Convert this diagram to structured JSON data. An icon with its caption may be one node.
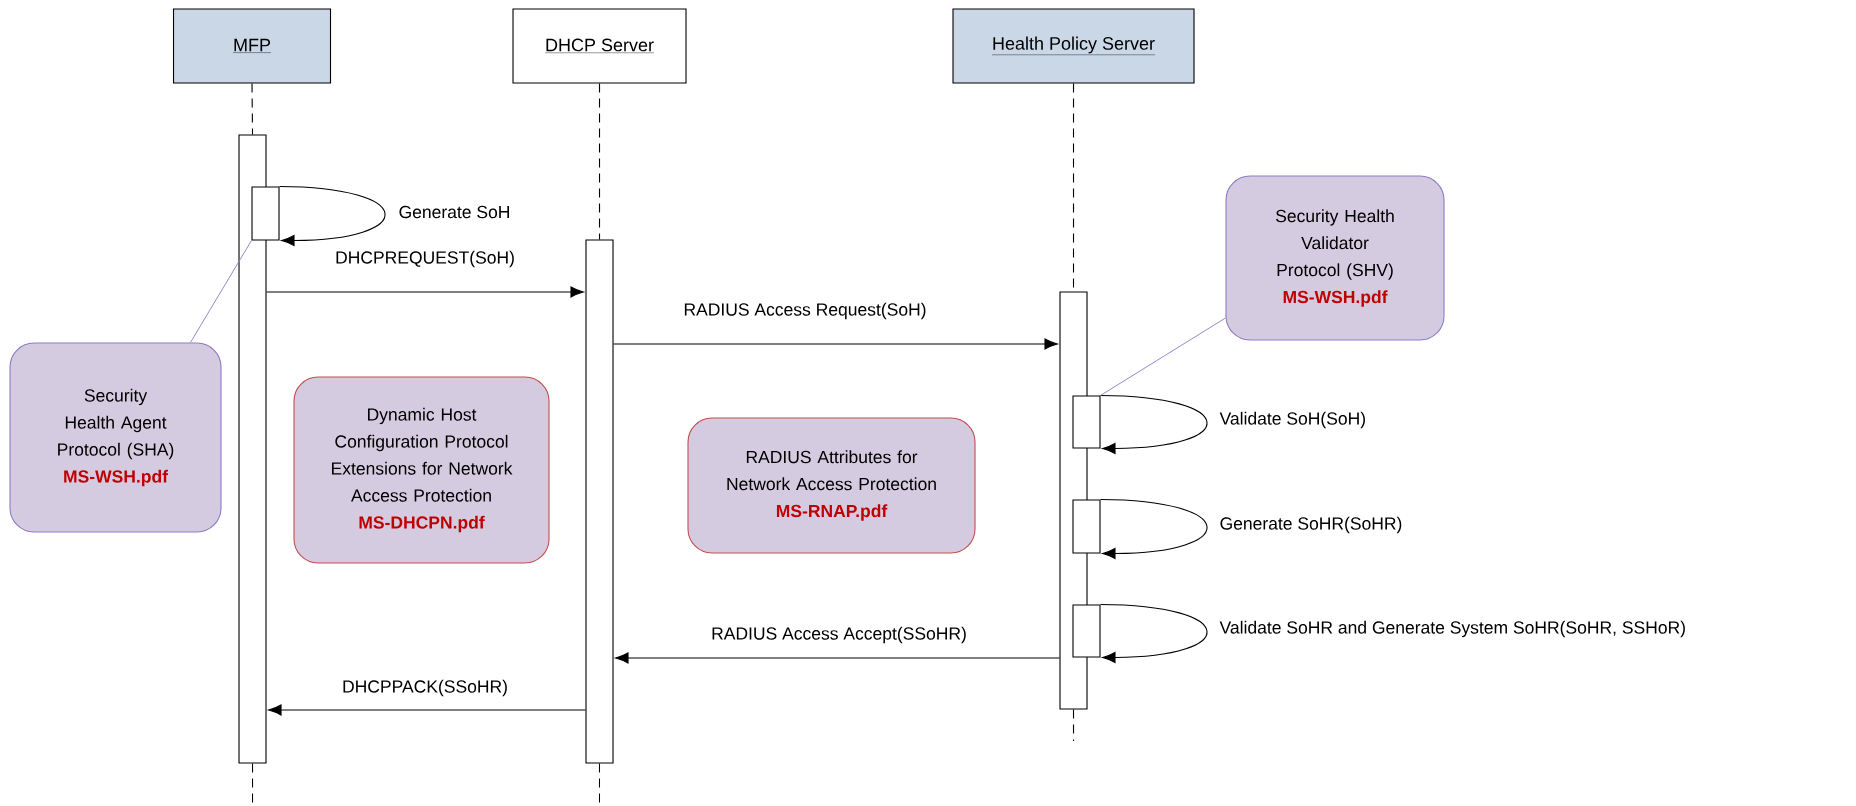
{
  "diagram": {
    "nodes": [
      {
        "text": [
          "MFP"
        ]
      },
      {
        "text": [
          "DHCP Server"
        ]
      },
      {
        "text": [
          "Health Policy Server"
        ]
      },
      {
        "text": [],
        "shape": "bar"
      },
      {
        "text": [],
        "shape": "bar"
      },
      {
        "text": [],
        "shape": "bar"
      },
      {
        "text": [],
        "shape": "bar"
      },
      {
        "text": [],
        "shape": "bar"
      },
      {
        "text": [],
        "shape": "bar"
      },
      {
        "text": [],
        "shape": "bar"
      },
      {
        "text": [
          "Security Health Agent Protocol (SHA)",
          "MS-WSH.pdf"
        ]
      },
      {
        "text": [
          "Dynamic Host Configuration Protocol Extensions for Network Access Protection",
          "MS-DHCPN.pdf"
        ]
      },
      {
        "text": [
          "RADIUS Attributes for Network Access Protection",
          "MS-RNAP.pdf"
        ]
      },
      {
        "text": [
          "Security Health Validator Protocol (SHV)",
          "MS-WSH.pdf"
        ]
      }
    ],
    "edges": [
      {
        "from": 0,
        "to": 3,
        "arrow": "none",
        "style": "dashed"
      },
      {
        "from": 3,
        "to": null,
        "arrow": "none",
        "style": "dashed"
      },
      {
        "from": 1,
        "to": 5,
        "arrow": "none",
        "style": "dashed"
      },
      {
        "from": 5,
        "to": null,
        "arrow": "none",
        "style": "dashed"
      },
      {
        "from": 2,
        "to": 6,
        "arrow": "none",
        "style": "dashed"
      },
      {
        "from": 6,
        "to": null,
        "arrow": "none",
        "style": "dashed"
      },
      {
        "from": 4,
        "to": 4,
        "arrow": "to",
        "label": "Generate SoH"
      },
      {
        "from": 3,
        "to": 5,
        "arrow": "to",
        "label": "DHCPREQUEST(SoH)"
      },
      {
        "from": 5,
        "to": 6,
        "arrow": "to",
        "label": "RADIUS Access Request(SoH)"
      },
      {
        "from": 7,
        "to": 7,
        "arrow": "to",
        "label": "Validate SoH(SoH)"
      },
      {
        "from": 8,
        "to": 8,
        "arrow": "to",
        "label": "Generate SoHR(SoHR)"
      },
      {
        "from": 9,
        "to": 9,
        "arrow": "to",
        "label": "Validate SoHR and Generate System SoHR(SoHR, SSHoR)"
      },
      {
        "from": 6,
        "to": 5,
        "arrow": "to",
        "label": "RADIUS Access Accept(SSoHR)"
      },
      {
        "from": 5,
        "to": 3,
        "arrow": "to",
        "label": "DHCPPACK(SSoHR)"
      },
      {
        "from": 10,
        "to": 4,
        "arrow": "none",
        "color": "#8e7cc3"
      },
      {
        "from": 13,
        "to": 7,
        "arrow": "none",
        "color": "#8e7cc3"
      }
    ]
  }
}
